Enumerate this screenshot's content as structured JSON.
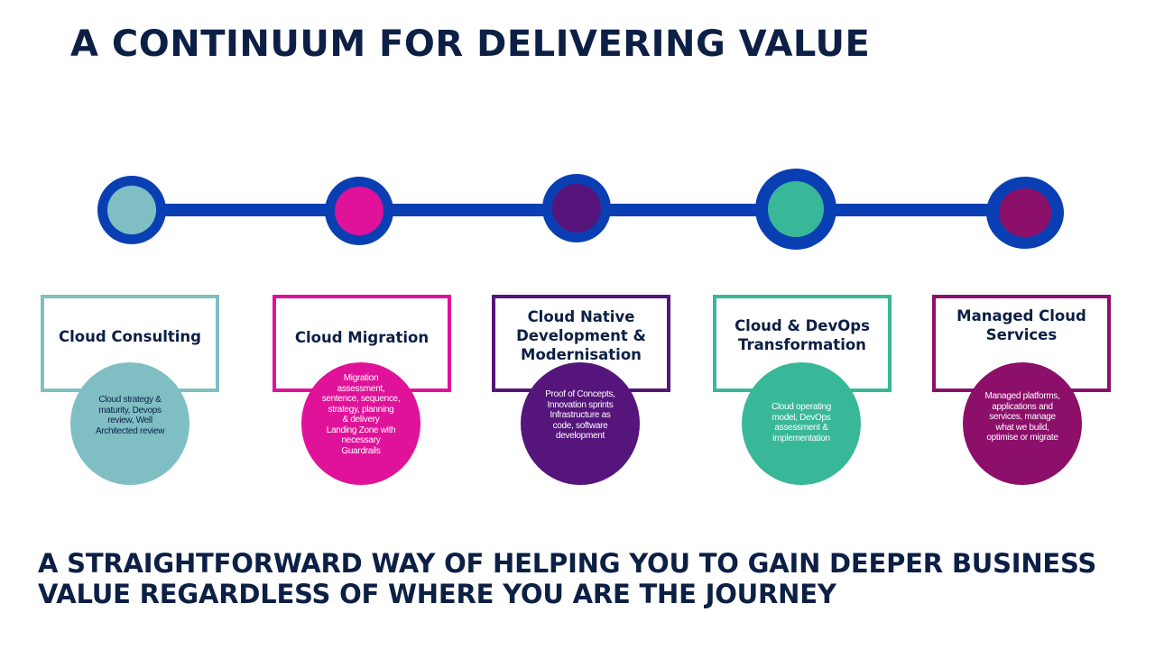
{
  "title": "A CONTINUUM FOR DELIVERING VALUE",
  "timeline": {
    "line_color": "#0a3fb3",
    "ring_color": "#0a3fb3",
    "nodes": [
      {
        "name": "cloud-consulting",
        "color": "#7fbfc4"
      },
      {
        "name": "cloud-migration",
        "color": "#e0129a"
      },
      {
        "name": "cloud-native",
        "color": "#55157a"
      },
      {
        "name": "cloud-devops",
        "color": "#38b898"
      },
      {
        "name": "managed-cloud",
        "color": "#8c0f6a"
      }
    ]
  },
  "stages": [
    {
      "title": "Cloud Consulting",
      "description": "Cloud strategy &\nmaturity, Devops\nreview, Well\nArchitected review",
      "color": "#7fbfc4",
      "text_color": "#0c1f45"
    },
    {
      "title": "Cloud Migration",
      "description": "Migration\nassessment,\nsentence, sequence,\nstrategy,  planning\n& delivery\nLanding Zone with\nnecessary\nGuardrails",
      "color": "#e0129a",
      "text_color": "#ffffff"
    },
    {
      "title": "Cloud Native\nDevelopment &\nModernisation",
      "description": "Proof of Concepts,\nInnovation sprints\nInfrastructure as\ncode, software\ndevelopment",
      "color": "#55157a",
      "text_color": "#ffffff"
    },
    {
      "title": "Cloud & DevOps\nTransformation",
      "description": "Cloud operating\nmodel, DevOps\nassessment &\nimplementation",
      "color": "#38b898",
      "text_color": "#ffffff"
    },
    {
      "title": "Managed Cloud\nServices",
      "description": "Managed platforms,\napplications and\nservices, manage\nwhat we build,\noptimise or migrate",
      "color": "#8c0f6a",
      "text_color": "#ffffff"
    }
  ],
  "tagline": {
    "line1": "A STRAIGHTFORWARD WAY OF HELPING YOU TO GAIN DEEPER BUSINESS",
    "line2": "VALUE REGARDLESS OF WHERE YOU ARE THE JOURNEY"
  }
}
